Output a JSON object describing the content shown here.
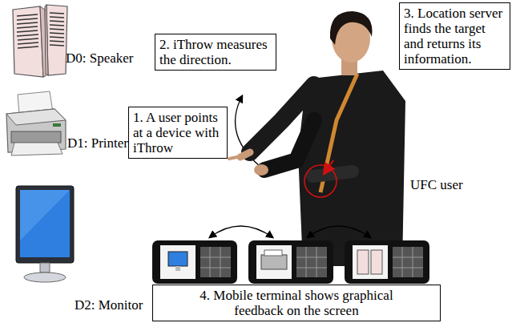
{
  "diagram": {
    "nodes": [
      {
        "text": [
          "1. A user points at a device with iThrow"
        ]
      },
      {
        "text": [
          "2. iThrow measures the direction."
        ]
      },
      {
        "text": [
          "3. Location server finds the target and returns its information."
        ]
      },
      {
        "text": [
          "4. Mobile terminal shows graphical feedback on the screen"
        ]
      }
    ],
    "labels": [
      "D0: Speaker",
      "D1: Printer",
      "D2: Monitor",
      "UFC user"
    ]
  }
}
